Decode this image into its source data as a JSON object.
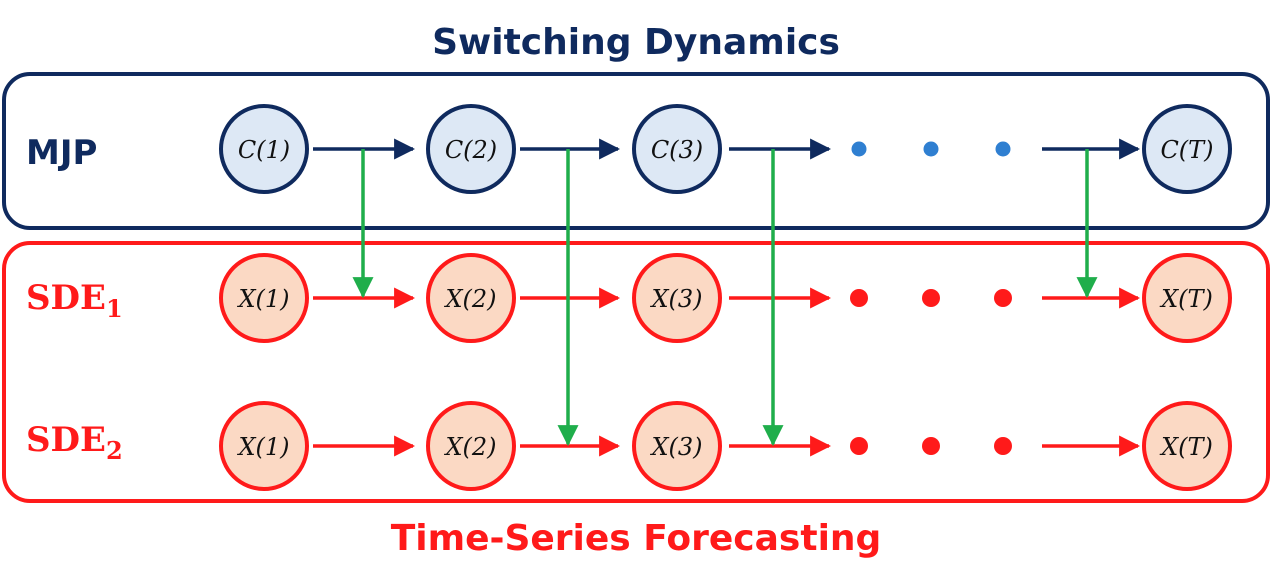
{
  "header": {
    "title": "Switching Dynamics"
  },
  "footer": {
    "title": "Time-Series Forecasting"
  },
  "colors": {
    "navy": "#0f2a5e",
    "red": "#ff1a1a",
    "green": "#1fae4b",
    "node_fill_blue": "#dde8f5",
    "node_fill_peach": "#fbd9c4",
    "dot_blue": "#2f7fd1"
  },
  "rows": [
    {
      "label": "MJP",
      "label_sub": "",
      "theme": "blue",
      "nodes": [
        "C(1)",
        "C(2)",
        "C(3)",
        "C(T)"
      ]
    },
    {
      "label": "SDE",
      "label_sub": "1",
      "theme": "red",
      "nodes": [
        "X(1)",
        "X(2)",
        "X(3)",
        "X(T)"
      ]
    },
    {
      "label": "SDE",
      "label_sub": "2",
      "theme": "red",
      "nodes": [
        "X(1)",
        "X(2)",
        "X(3)",
        "X(T)"
      ]
    }
  ],
  "ellipsis": [
    "•",
    "•",
    "•"
  ],
  "switch_links": [
    {
      "from_gap": 0,
      "to_row": 1
    },
    {
      "from_gap": 1,
      "to_row": 2
    },
    {
      "from_gap": 2,
      "to_row": 2
    },
    {
      "from_gap": 4,
      "to_row": 1
    }
  ]
}
